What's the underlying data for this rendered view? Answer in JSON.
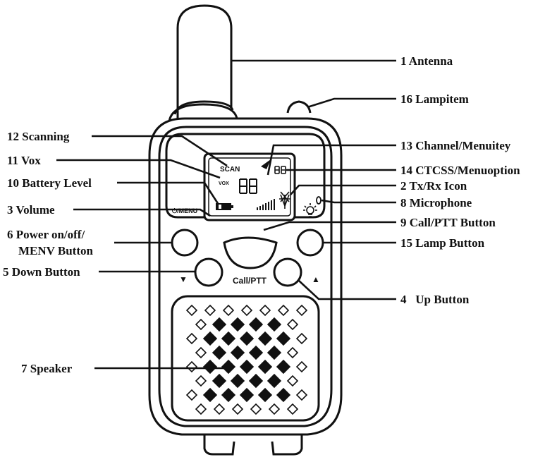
{
  "device": {
    "lcd": {
      "scan": "SCAN",
      "vox": "VOX",
      "menu": "⏻/MENU"
    },
    "call_ptt": "Call/PTT",
    "down_arrow": "▼",
    "up_arrow": "▲"
  },
  "labels": {
    "antenna": "1 Antenna",
    "lampitem": "16 Lampitem",
    "scanning": "12 Scanning",
    "channel": "13 Channel/Menuitey",
    "vox": "11 Vox",
    "ctcss": "14 CTCSS/Menuoption",
    "battery": "10 Battery Level",
    "txrx": "2 Tx/Rx Icon",
    "volume": "3 Volume",
    "microphone": "8 Microphone",
    "call_ptt": "9 Call/PTT Button",
    "power_line1": "6 Power on/off/",
    "power_line2": "MENV Button",
    "lamp_button": "15 Lamp Button",
    "down_button": "5 Down Button",
    "up_button": "4   Up Button",
    "speaker": "7 Speaker"
  },
  "icons": {
    "lamp": "lamp-bulb-icon",
    "antenna_tx": "antenna-tx-icon",
    "battery": "battery-icon"
  }
}
